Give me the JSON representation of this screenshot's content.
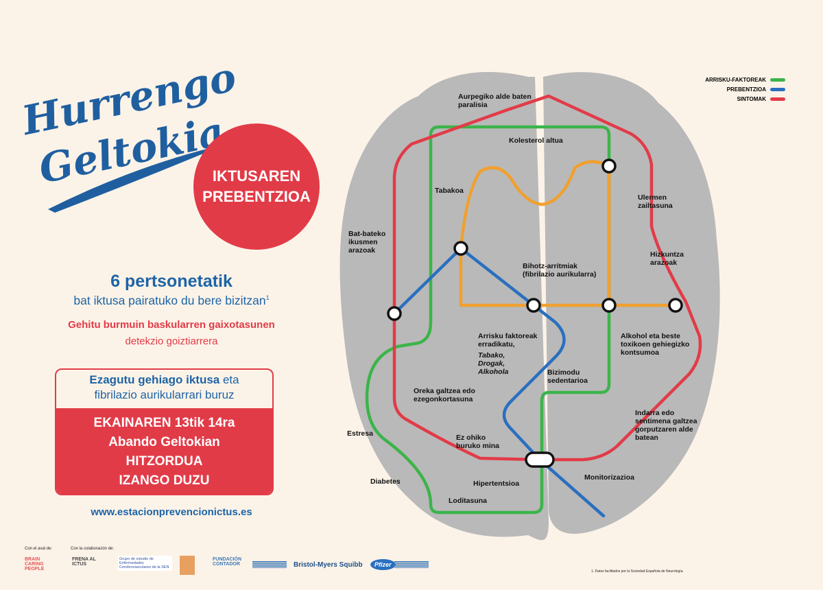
{
  "title": {
    "line1": "Hurrengo",
    "line2": "Geltokia"
  },
  "badge": {
    "line1": "IKTUSAREN",
    "line2": "PREBENTZIOA"
  },
  "stat": {
    "headline": "6 pertsonetatik",
    "subline": "bat iktusa pairatuko du bere bizitzan",
    "footnote_mark": "1"
  },
  "cta": {
    "line1": "Gehitu burmuin baskularren gaixotasunen",
    "line2": "detekzio goiztiarrera"
  },
  "info_box": {
    "top_bold": "Ezagutu gehiago iktusa",
    "top_rest": " eta",
    "top_line2": "fibrilazio aurikularrari buruz",
    "lines": [
      "EKAINAREN 13tik 14ra",
      "Abando Geltokian",
      "HITZORDUA",
      "IZANGO DUZU"
    ]
  },
  "website": "www.estacionprevencionictus.es",
  "legend": [
    {
      "label": "ARRISKU-FAKTOREAK",
      "color": "#3cb44a"
    },
    {
      "label": "PREBENTZIOA",
      "color": "#2a6fc0"
    },
    {
      "label": "SINTOMAK",
      "color": "#e23b48"
    }
  ],
  "line_colors": {
    "green": "#3cb44a",
    "blue": "#2a6fc0",
    "red": "#e23b48",
    "orange": "#f0a030"
  },
  "stations": {
    "paralisia": "Aurpegiko alde baten paralisia",
    "kolesterol": "Kolesterol altua",
    "tabakoa": "Tabakoa",
    "ulermen": "Ulermen zailtasuna",
    "ikusmen": "Bat-bateko ikusmen arazoak",
    "hizkuntza": "Hizkuntza arazoak",
    "arritmia": "Bihotz-arritmiak (fibrilazio aurikularra)",
    "arrisku1": "Arrisku faktoreak erradikatu,",
    "arrisku2": "Tabako, Drogak, Alkohola",
    "alkohol": "Alkohol eta beste toxikoen gehiegizko kontsumoa",
    "bizimodu": "Bizimodu sedentarioa",
    "oreka": "Oreka galtzea edo ezegonkortasuna",
    "estresa": "Estresa",
    "buruko": "Ez ohiko buruko mina",
    "indarra": "Indarra edo sentimena galtzea gorputzaren alde batean",
    "diabetes": "Diabetes",
    "hipertentsioa": "Hipertentsioa",
    "monitorizazioa": "Monitorizazioa",
    "loditasuna": "Loditasuna"
  },
  "footer": {
    "aval_label": "Con el aval de:",
    "colab_label": "Con la colaboración de:",
    "logos": [
      "BRAIN CARING PEOPLE",
      "FRENA AL ICTUS",
      "Grupo de estudio de Enfermedades Cerebrovasculares de la SEN",
      "FUNDACIÓN CONTADOR",
      "Bristol-Myers Squibb",
      "Pfizer"
    ],
    "reference": "1. Datos facilitados por la Sociedad Española de Neurología."
  }
}
